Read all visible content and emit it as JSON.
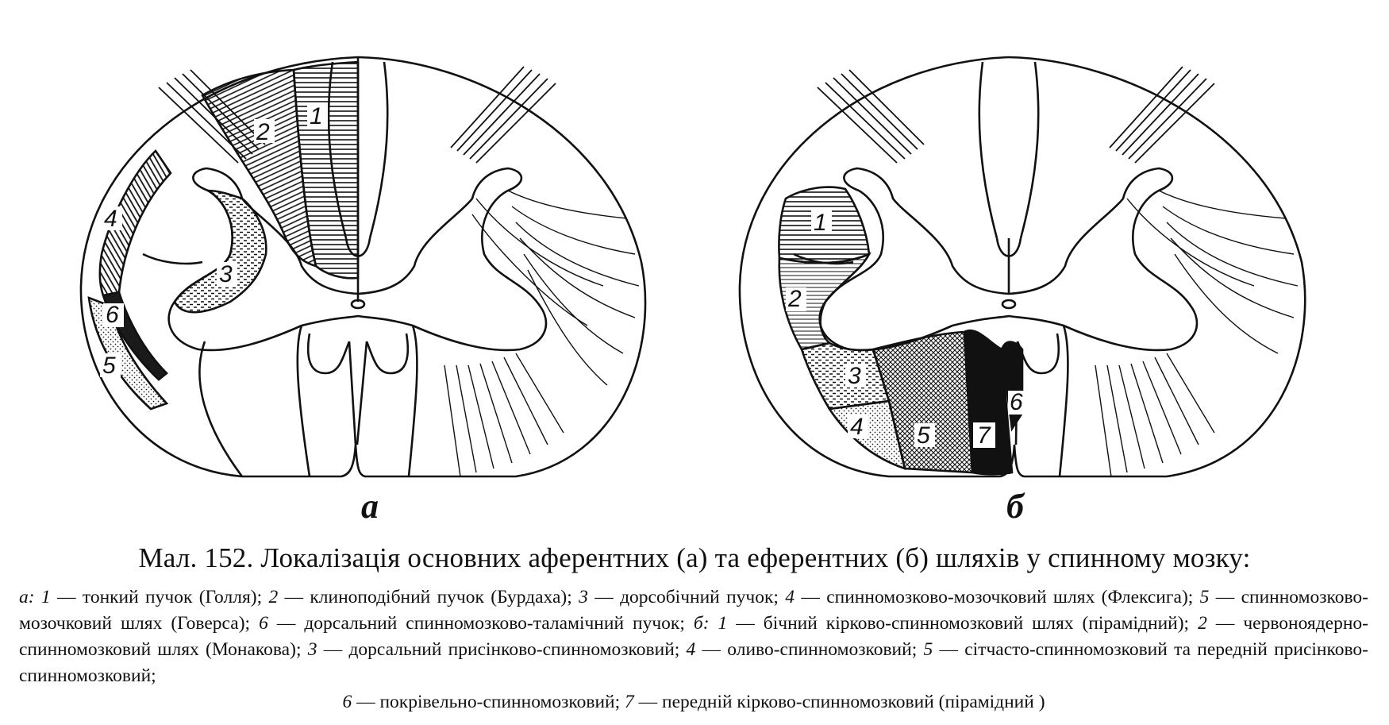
{
  "panels": [
    {
      "letter": "а",
      "labels": [
        "1",
        "2",
        "3",
        "4",
        "5",
        "6"
      ]
    },
    {
      "letter": "б",
      "labels": [
        "1",
        "2",
        "3",
        "4",
        "5",
        "6",
        "7"
      ]
    }
  ],
  "caption": {
    "title": "Мал. 152. Локалізація основних аферентних (а) та еферентних (б) шляхів у спинному мозку:",
    "legend": {
      "a_prefix": "а: ",
      "a_items": [
        {
          "num": "1",
          "text": " — тонкий пучок (Голля); "
        },
        {
          "num": "2",
          "text": " — клиноподібний пучок (Бурдаха); "
        },
        {
          "num": "3",
          "text": " — дорсобічний пучок; "
        },
        {
          "num": "4",
          "text": " — спинномозково-мозочковий шлях (Флексига); "
        },
        {
          "num": "5",
          "text": " — спинномозково-мозочковий шлях (Говерса); "
        },
        {
          "num": "6",
          "text": " — дорсальний спинномозково-таламічний пучок; "
        }
      ],
      "b_prefix": "б: ",
      "b_items": [
        {
          "num": "1",
          "text": " — бічний кірково-спинномозковий шлях (пірамідний); "
        },
        {
          "num": "2",
          "text": " — червоноядерно-спинномозковий шлях (Монакова); "
        },
        {
          "num": "3",
          "text": " — дорсальний присінково-спинномозковий; "
        },
        {
          "num": "4",
          "text": " — оливо-спинномозковий; "
        },
        {
          "num": "5",
          "text": " — сітчасто-спинномозковий та передній присінково-спинномозковий; "
        }
      ],
      "b_last": [
        {
          "num": "6",
          "text": " — покрівельно-спинномозковий; "
        },
        {
          "num": "7",
          "text": " — передній кірково-спинномозковий (пірамідний )"
        }
      ]
    }
  }
}
